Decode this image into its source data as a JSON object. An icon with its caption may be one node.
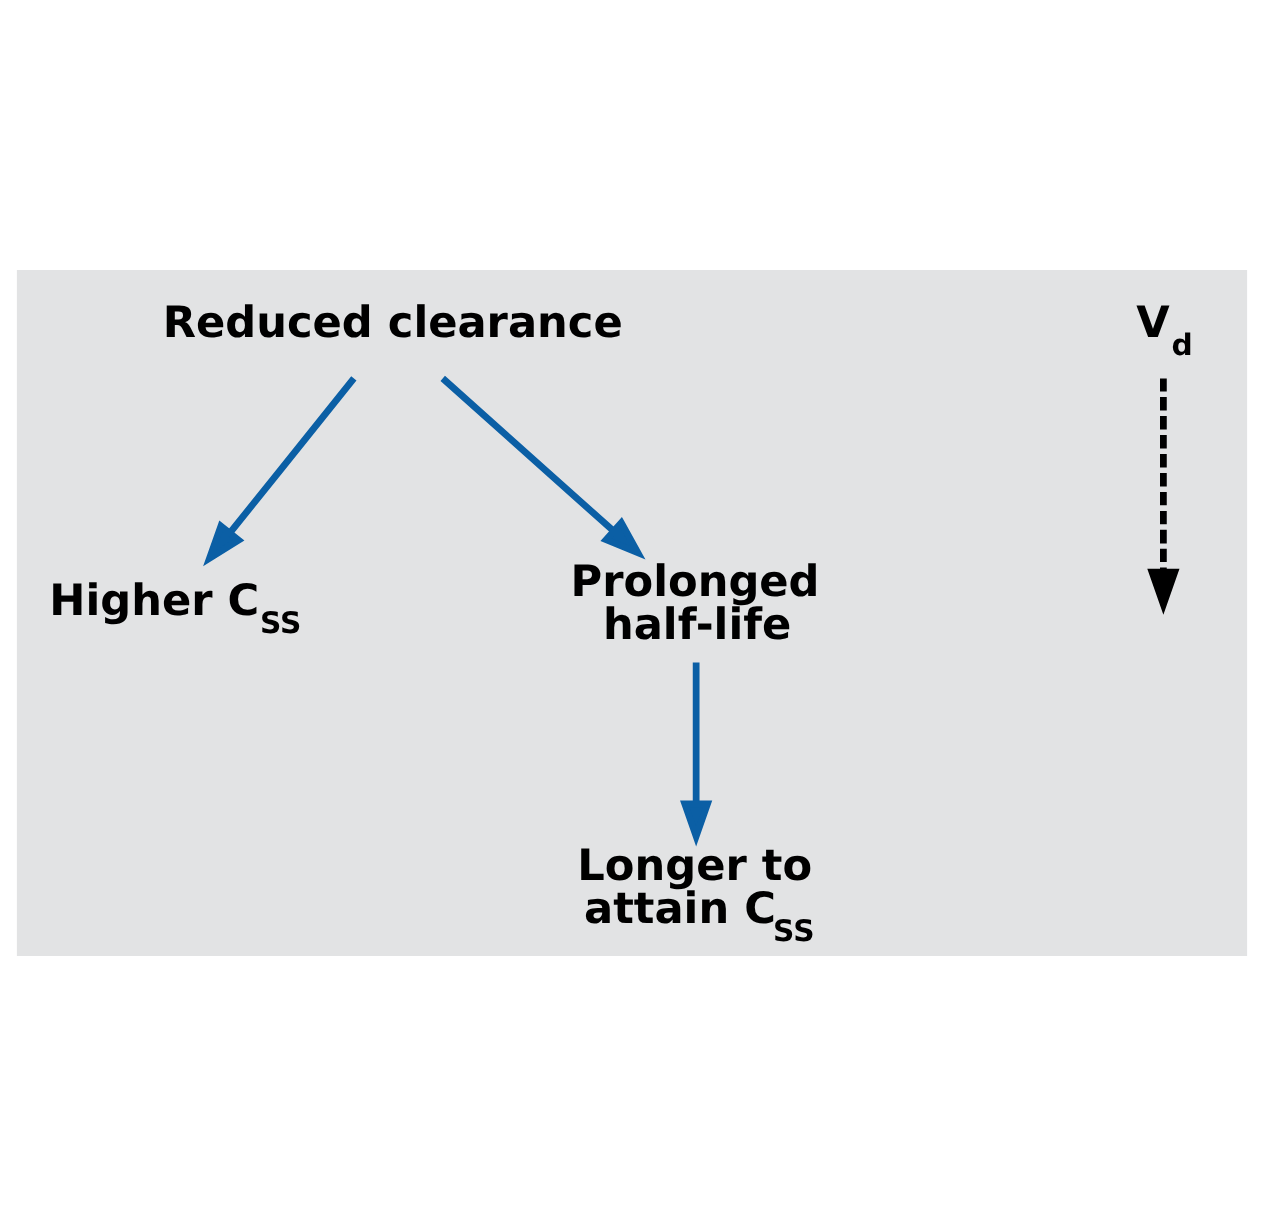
{
  "diagram": {
    "nodes": [
      {
        "text": [
          "Reduced clearance"
        ]
      },
      {
        "text": [
          "Higher C$_{SS}$"
        ]
      },
      {
        "text": [
          "Prolonged half-life"
        ]
      },
      {
        "text": [
          "Longer to attain C$_{SS}$"
        ]
      },
      {
        "text": [
          "V$_{d}$"
        ]
      }
    ],
    "edges": [
      {
        "from": 0,
        "to": 1,
        "arrow": "to"
      },
      {
        "from": 0,
        "to": 2,
        "arrow": "to"
      },
      {
        "from": 2,
        "to": 3,
        "arrow": "to"
      },
      {
        "from": 4,
        "to": null,
        "arrow": "to",
        "style": "dashed",
        "color": "#000000"
      }
    ]
  }
}
